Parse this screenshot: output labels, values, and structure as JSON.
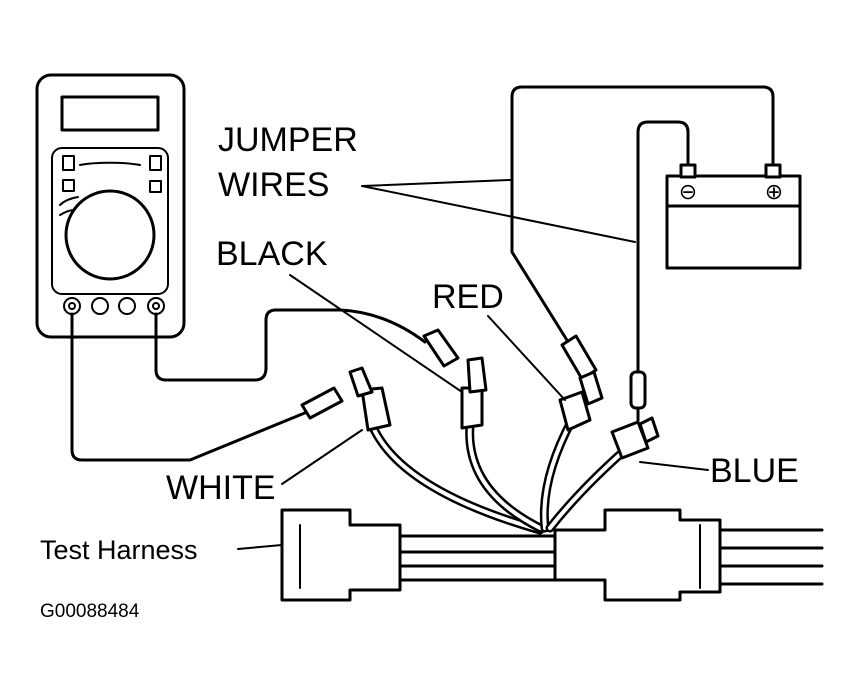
{
  "labels": {
    "jumper_line1": "JUMPER",
    "jumper_line2": "WIRES",
    "black": "BLACK",
    "red": "RED",
    "white": "WHITE",
    "blue": "BLUE",
    "test_harness": "Test Harness",
    "figure_code": "G00088484"
  },
  "battery": {
    "negative_symbol": "⊖",
    "positive_symbol": "⊕"
  }
}
